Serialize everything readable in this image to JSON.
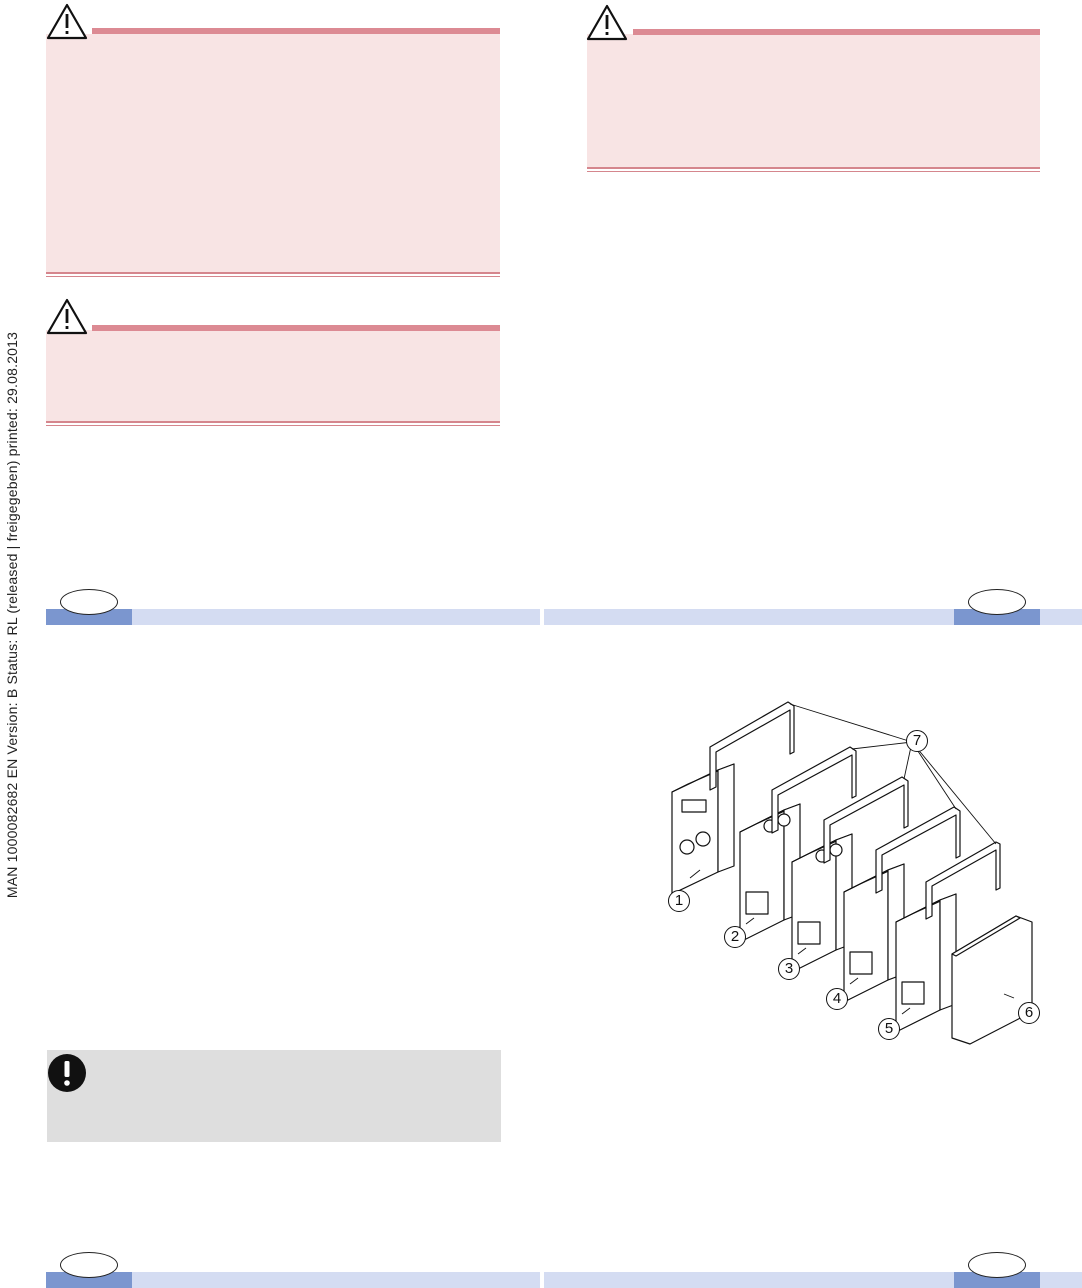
{
  "sidebar": {
    "text": "MAN  1000082682  EN  Version: B  Status: RL (released | freigegeben)  printed: 29.08.2013"
  },
  "icons": {
    "warning": "warning-triangle-icon",
    "notice": "exclamation-circle-icon"
  },
  "colors": {
    "warning_fill": "#f8e4e4",
    "warning_bar": "#dc8a93",
    "notice_fill": "#dedede",
    "band_light": "#d4dcf2",
    "band_dark": "#7b96cf"
  },
  "figure": {
    "callouts": [
      "1",
      "2",
      "3",
      "4",
      "5",
      "6",
      "7"
    ]
  }
}
